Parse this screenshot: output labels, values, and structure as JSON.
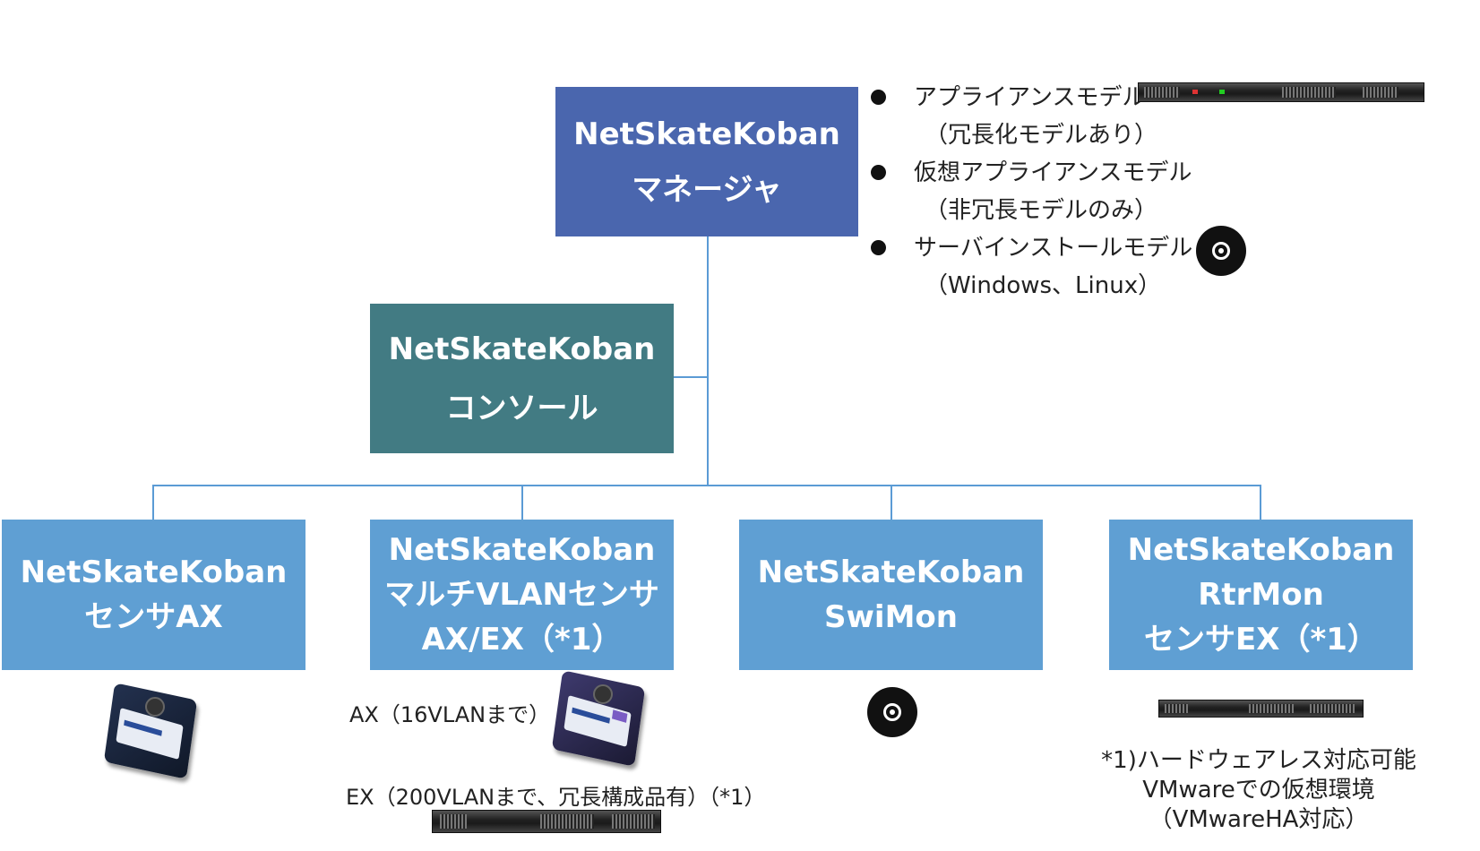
{
  "manager": {
    "title": "NetSkateKoban",
    "subtitle": "マネージャ"
  },
  "console": {
    "title": "NetSkateKoban",
    "subtitle": "コンソール"
  },
  "manager_models": [
    {
      "line1": "アプライアンスモデル",
      "line2": "（冗長化モデルあり）"
    },
    {
      "line1": "仮想アプライアンスモデル",
      "line2": "（非冗長モデルのみ）"
    },
    {
      "line1": "サーバインストールモデル",
      "line2": "（Windows、Linux）"
    }
  ],
  "products": [
    {
      "lines": [
        "NetSkateKoban",
        "センサAX"
      ]
    },
    {
      "lines": [
        "NetSkateKoban",
        "マルチVLANセンサ",
        "AX/EX（*1）"
      ]
    },
    {
      "lines": [
        "NetSkateKoban",
        "SwiMon"
      ]
    },
    {
      "lines": [
        "NetSkateKoban",
        "RtrMon",
        "センサEX（*1）"
      ]
    }
  ],
  "notes": {
    "ax_16vlan": "AX（16VLANまで）",
    "ex_200vlan": "EX（200VLANまで、冗長構成品有）（*1）",
    "footnote_lines": [
      "*1)ハードウェアレス対応可能",
      "VMwareでの仮想環境",
      "（VMwareHA対応）"
    ]
  },
  "colors": {
    "manager_box": "#4a66ae",
    "console_box": "#427b83",
    "product_box": "#5f9fd3",
    "connector": "#5b9bd5"
  },
  "icons": {
    "manager_hardware": "rack-server-icon",
    "manager_software": "disc-icon",
    "sensor_ax": "sensor-device-icon",
    "multi_vlan_ax": "sensor-device-icon",
    "multi_vlan_ex": "rack-server-icon",
    "swimon": "disc-icon",
    "rtrmon": "rack-server-icon"
  }
}
